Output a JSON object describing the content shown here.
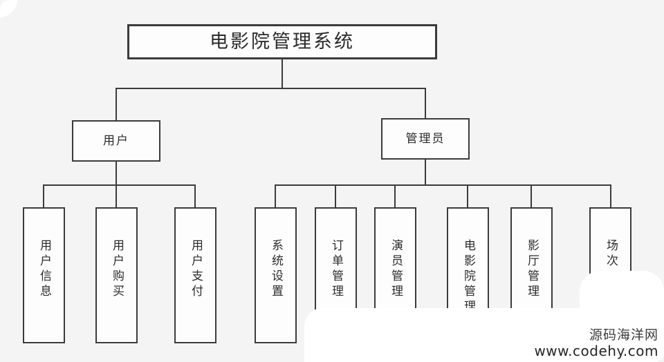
{
  "diagram": {
    "type": "org-chart",
    "title": "电影院管理系统",
    "background_color": "#f4f4f4",
    "line_color": "#3b3b3b",
    "box_fill": "#fdfdfd",
    "root": {
      "label": "电影院管理系统"
    },
    "branches": [
      {
        "label": "用户",
        "children": [
          {
            "label": "用户信息"
          },
          {
            "label": "用户购买"
          },
          {
            "label": "用户支付"
          }
        ]
      },
      {
        "label": "管理员",
        "children": [
          {
            "label": "系统设置"
          },
          {
            "label": "订单管理"
          },
          {
            "label": "演员管理"
          },
          {
            "label": "电影院管理"
          },
          {
            "label": "影厅管理"
          },
          {
            "label": "场次"
          }
        ]
      }
    ]
  },
  "watermark": {
    "site_name": "源码海洋网",
    "url": "www.codehy.com"
  }
}
